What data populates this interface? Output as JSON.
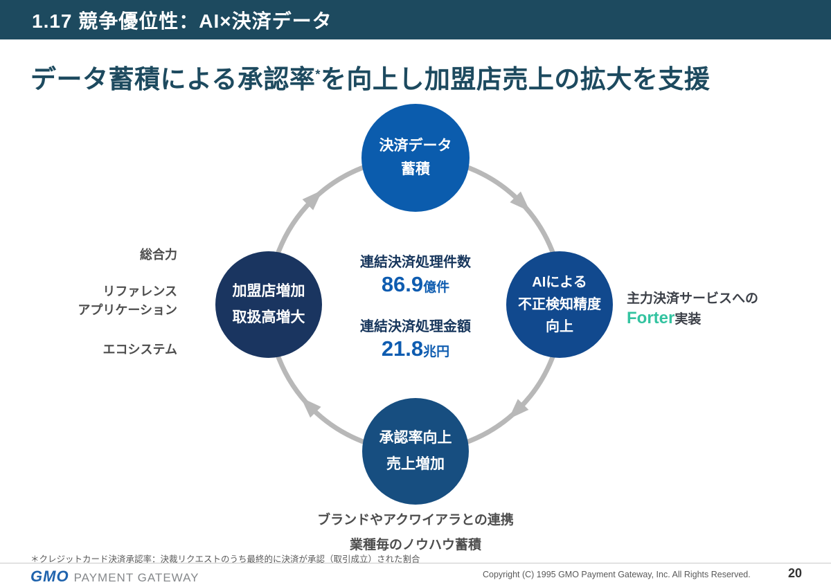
{
  "header": {
    "title": "1.17  競争優位性：AI×決済データ"
  },
  "main": {
    "heading_pre": "データ蓄積による承認率",
    "heading_sup": "*",
    "heading_post": "を向上し加盟店売上の拡大を支援"
  },
  "cycle": {
    "top": {
      "text": "決済データ\n蓄積"
    },
    "left": {
      "text": "加盟店増加\n取扱高増大"
    },
    "right": {
      "text": "AIによる\n不正検知精度\n向上"
    },
    "bottom": {
      "text": "承認率向上\n売上増加"
    }
  },
  "stats": [
    {
      "label": "連結決済処理件数",
      "value": "86.9",
      "unit": "億件"
    },
    {
      "label": "連結決済処理金額",
      "value": "21.8",
      "unit": "兆円"
    }
  ],
  "left_labels": [
    "総合力",
    "リファレンス\nアプリケーション",
    "エコシステム"
  ],
  "right_note": {
    "line1": "主力決済サービスへの",
    "brand": "Forter",
    "suffix": "実装"
  },
  "bottom_notes": [
    "ブランドやアクワイアラとの連携",
    "業種毎のノウハウ蓄積"
  ],
  "footnote": "＊クレジットカード決済承認率：決裁リクエストのうち最終的に決済が承認（取引成立）された割合",
  "footer": {
    "logo_main": "GMO",
    "logo_sub": "PAYMENT GATEWAY",
    "copyright": "Copyright (C) 1995 GMO Payment Gateway, Inc. All Rights Reserved.",
    "page_number": "20"
  },
  "colors": {
    "header_bg": "#1d4a5f",
    "heading_text": "#1d4a5f",
    "node_top_blue": "#0b5cad",
    "node_left_navy": "#1a3560",
    "node_right_blue": "#11498e",
    "node_bottom_navy": "#174e80",
    "stat_value_blue": "#0e5cb0",
    "forter_teal": "#33c3a0",
    "arc_gray": "#b8b8b8",
    "logo_blue": "#1f63ad"
  }
}
